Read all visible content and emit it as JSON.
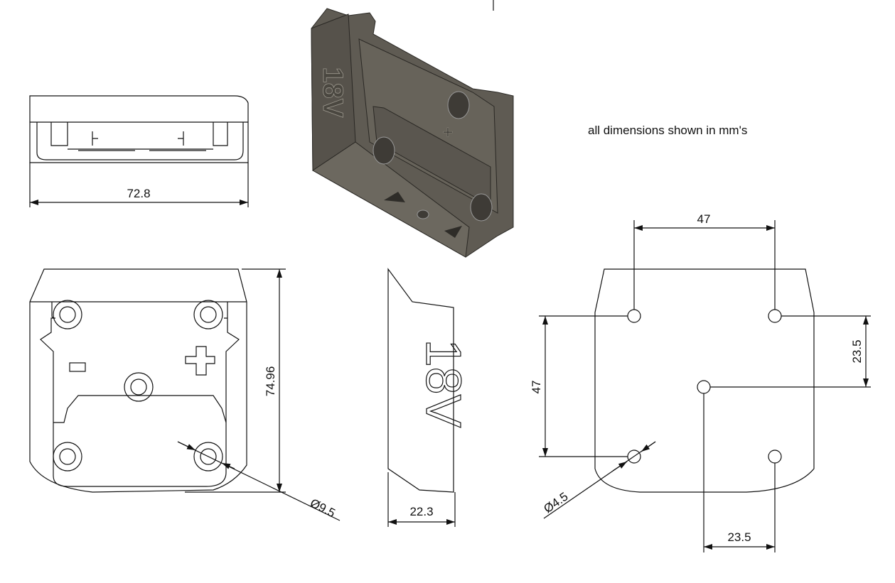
{
  "note": "all dimensions shown in mm's",
  "top_view": {
    "width_dim": "72.8"
  },
  "front_view": {
    "height_dim": "74.96",
    "hole_dia_dim": "Ø9.5",
    "minus_label": "-",
    "plus_label": "+"
  },
  "side_view": {
    "depth_dim": "22.3",
    "emboss_text": "18V"
  },
  "iso_view": {
    "emboss_text": "18V",
    "plus_label": "+"
  },
  "hole_pattern_view": {
    "hole_spacing_x": "47",
    "hole_spacing_y": "47",
    "center_offset_y": "23.5",
    "center_offset_x": "23.5",
    "hole_dia_dim": "Ø4.5"
  },
  "colors": {
    "line": "#111111",
    "body": "#5f5b53",
    "body_dark": "#47443e",
    "body_light": "#77736a"
  }
}
